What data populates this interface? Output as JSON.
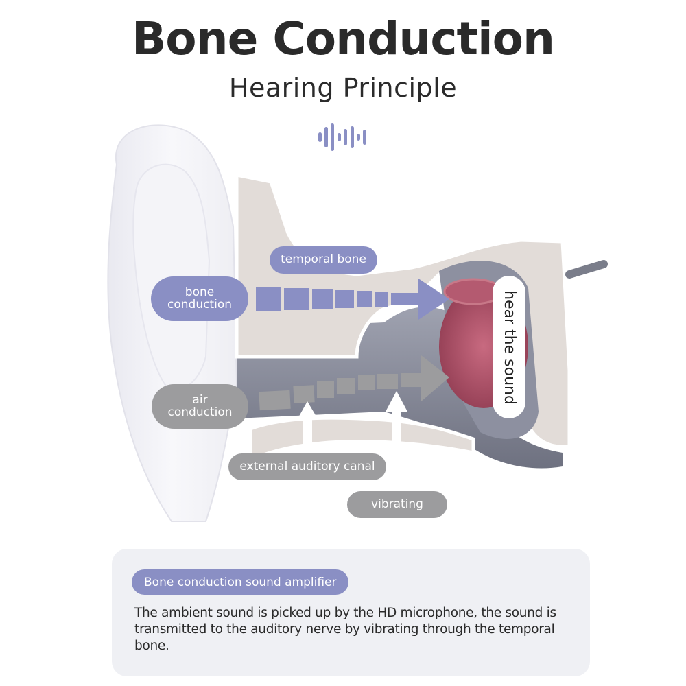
{
  "header": {
    "title": "Bone Conduction",
    "subtitle": "Hearing Principle",
    "icon": "sound-wave-icon"
  },
  "diagram": {
    "labels": {
      "temporal_bone": "temporal bone",
      "bone_conduction": "bone\nconduction",
      "air_conduction": "air\nconduction",
      "hear_the_sound": "hear the sound",
      "external_auditory_canal": "external auditory canal",
      "vibrating": "vibrating"
    },
    "colors": {
      "bone_path": "#8a8fc4",
      "air_path": "#9c9c9e",
      "bone_tissue": "#e2dcd8",
      "cochlea": "#a8485e",
      "ear_canal": "#7e8190"
    }
  },
  "info_card": {
    "tag": "Bone conduction sound amplifier",
    "description": "The ambient sound is picked up by the HD microphone, the sound is transmitted to the auditory nerve by vibrating through the temporal bone."
  }
}
